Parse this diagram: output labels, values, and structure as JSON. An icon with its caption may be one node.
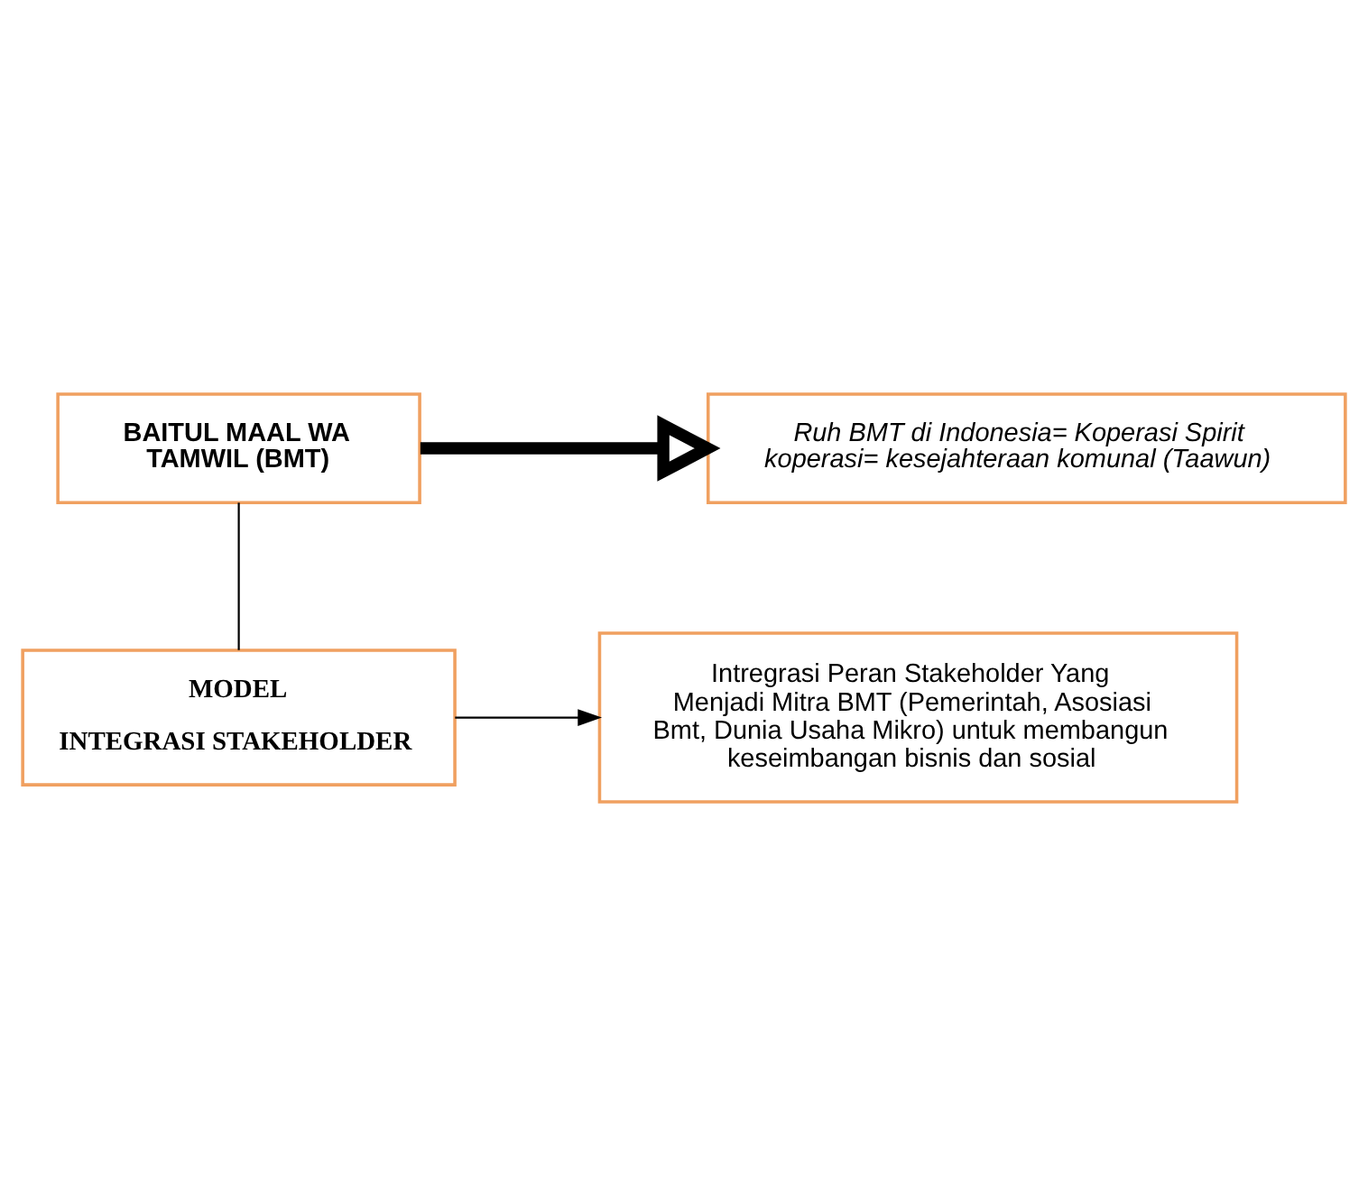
{
  "diagram": {
    "nodes": [
      {
        "text": [
          "BAITUL MAAL WA TAMWIL (BMT)"
        ]
      },
      {
        "text": [
          "Ruh BMT di Indonesia= Koperasi Spirit koperasi= kesejahteraan komunal (Taawun)"
        ]
      },
      {
        "text": [
          "MODEL",
          "INTEGRASI STAKEHOLDER"
        ]
      },
      {
        "text": [
          "Intregrasi Peran Stakeholder Yang Menjadi Mitra BMT (Pemerintah, Asosiasi Bmt, Dunia Usaha Mikro) untuk membangun keseimbangan bisnis dan sosial"
        ]
      }
    ],
    "edges": [
      {
        "from": 0,
        "to": 1,
        "arrow": "to",
        "style": "thick"
      },
      {
        "from": 0,
        "to": 2,
        "arrow": "none"
      },
      {
        "from": 2,
        "to": 3,
        "arrow": "to"
      }
    ]
  }
}
